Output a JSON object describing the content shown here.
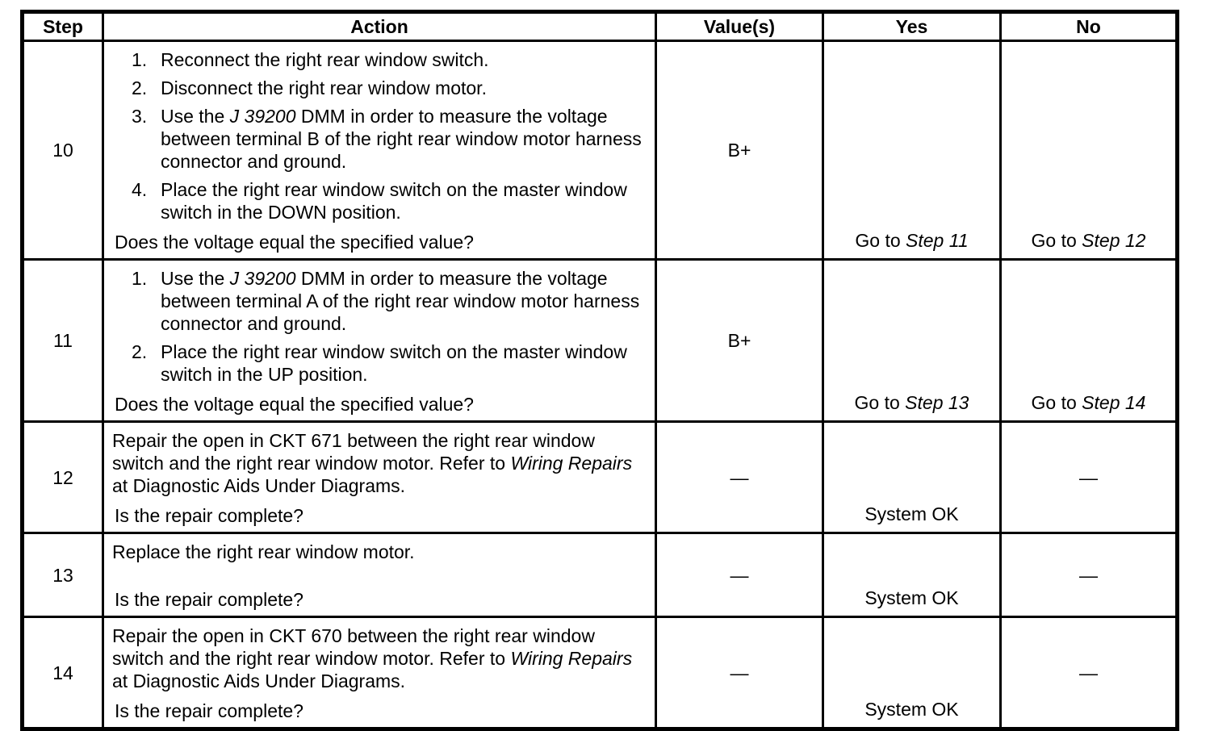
{
  "colors": {
    "border": "#000000",
    "text": "#000000",
    "background": "#ffffff"
  },
  "table": {
    "headers": [
      "Step",
      "Action",
      "Value(s)",
      "Yes",
      "No"
    ],
    "rows": [
      {
        "step": "10",
        "action_items": [
          {
            "num": "1.",
            "segments": [
              {
                "text": "Reconnect the right rear window switch."
              }
            ]
          },
          {
            "num": "2.",
            "segments": [
              {
                "text": "Disconnect the right rear window motor."
              }
            ]
          },
          {
            "num": "3.",
            "segments": [
              {
                "text": "Use the "
              },
              {
                "text": "J 39200",
                "italic": true
              },
              {
                "text": " DMM in order to measure the voltage between terminal B of the right rear window motor harness connector and ground."
              }
            ]
          },
          {
            "num": "4.",
            "segments": [
              {
                "text": "Place the right rear window switch on the master window switch in the DOWN position."
              }
            ]
          }
        ],
        "question": "Does the voltage equal the specified value?",
        "value": "B+",
        "yes": [
          {
            "text": "Go to "
          },
          {
            "text": "Step 11",
            "italic": true
          }
        ],
        "no": [
          {
            "text": "Go to "
          },
          {
            "text": "Step 12",
            "italic": true
          }
        ]
      },
      {
        "step": "11",
        "action_items": [
          {
            "num": "1.",
            "segments": [
              {
                "text": "Use the "
              },
              {
                "text": "J 39200",
                "italic": true
              },
              {
                "text": " DMM in order to measure the voltage between terminal A of the right rear window motor harness connector and ground."
              }
            ]
          },
          {
            "num": "2.",
            "segments": [
              {
                "text": "Place the right rear window switch on the master window switch in the UP position."
              }
            ]
          }
        ],
        "question": "Does the voltage equal the specified value?",
        "value": "B+",
        "yes": [
          {
            "text": "Go to "
          },
          {
            "text": "Step 13",
            "italic": true
          }
        ],
        "no": [
          {
            "text": "Go to "
          },
          {
            "text": "Step 14",
            "italic": true
          }
        ]
      },
      {
        "step": "12",
        "action_items": [
          {
            "segments": [
              {
                "text": "Repair the open in CKT 671 between the right rear window switch and the right rear window motor. Refer to "
              },
              {
                "text": "Wiring Repairs",
                "italic": true
              },
              {
                "text": " at Diagnostic Aids Under Diagrams."
              }
            ]
          }
        ],
        "question": "Is the repair complete?",
        "value": "—",
        "yes": [
          {
            "text": "System OK"
          }
        ],
        "no": [
          {
            "text": "—"
          }
        ]
      },
      {
        "step": "13",
        "action_items": [
          {
            "segments": [
              {
                "text": "Replace the right rear window motor."
              }
            ]
          }
        ],
        "question": "Is the repair complete?",
        "value": "—",
        "yes": [
          {
            "text": "System OK"
          }
        ],
        "no": [
          {
            "text": "—"
          }
        ]
      },
      {
        "step": "14",
        "action_items": [
          {
            "segments": [
              {
                "text": "Repair the open in CKT 670 between the right rear window switch and the right rear window motor. Refer to "
              },
              {
                "text": "Wiring Repairs",
                "italic": true
              },
              {
                "text": " at Diagnostic Aids Under Diagrams."
              }
            ]
          }
        ],
        "question": "Is the repair complete?",
        "value": "—",
        "yes": [
          {
            "text": "System OK"
          }
        ],
        "no": [
          {
            "text": "—"
          }
        ]
      }
    ]
  }
}
